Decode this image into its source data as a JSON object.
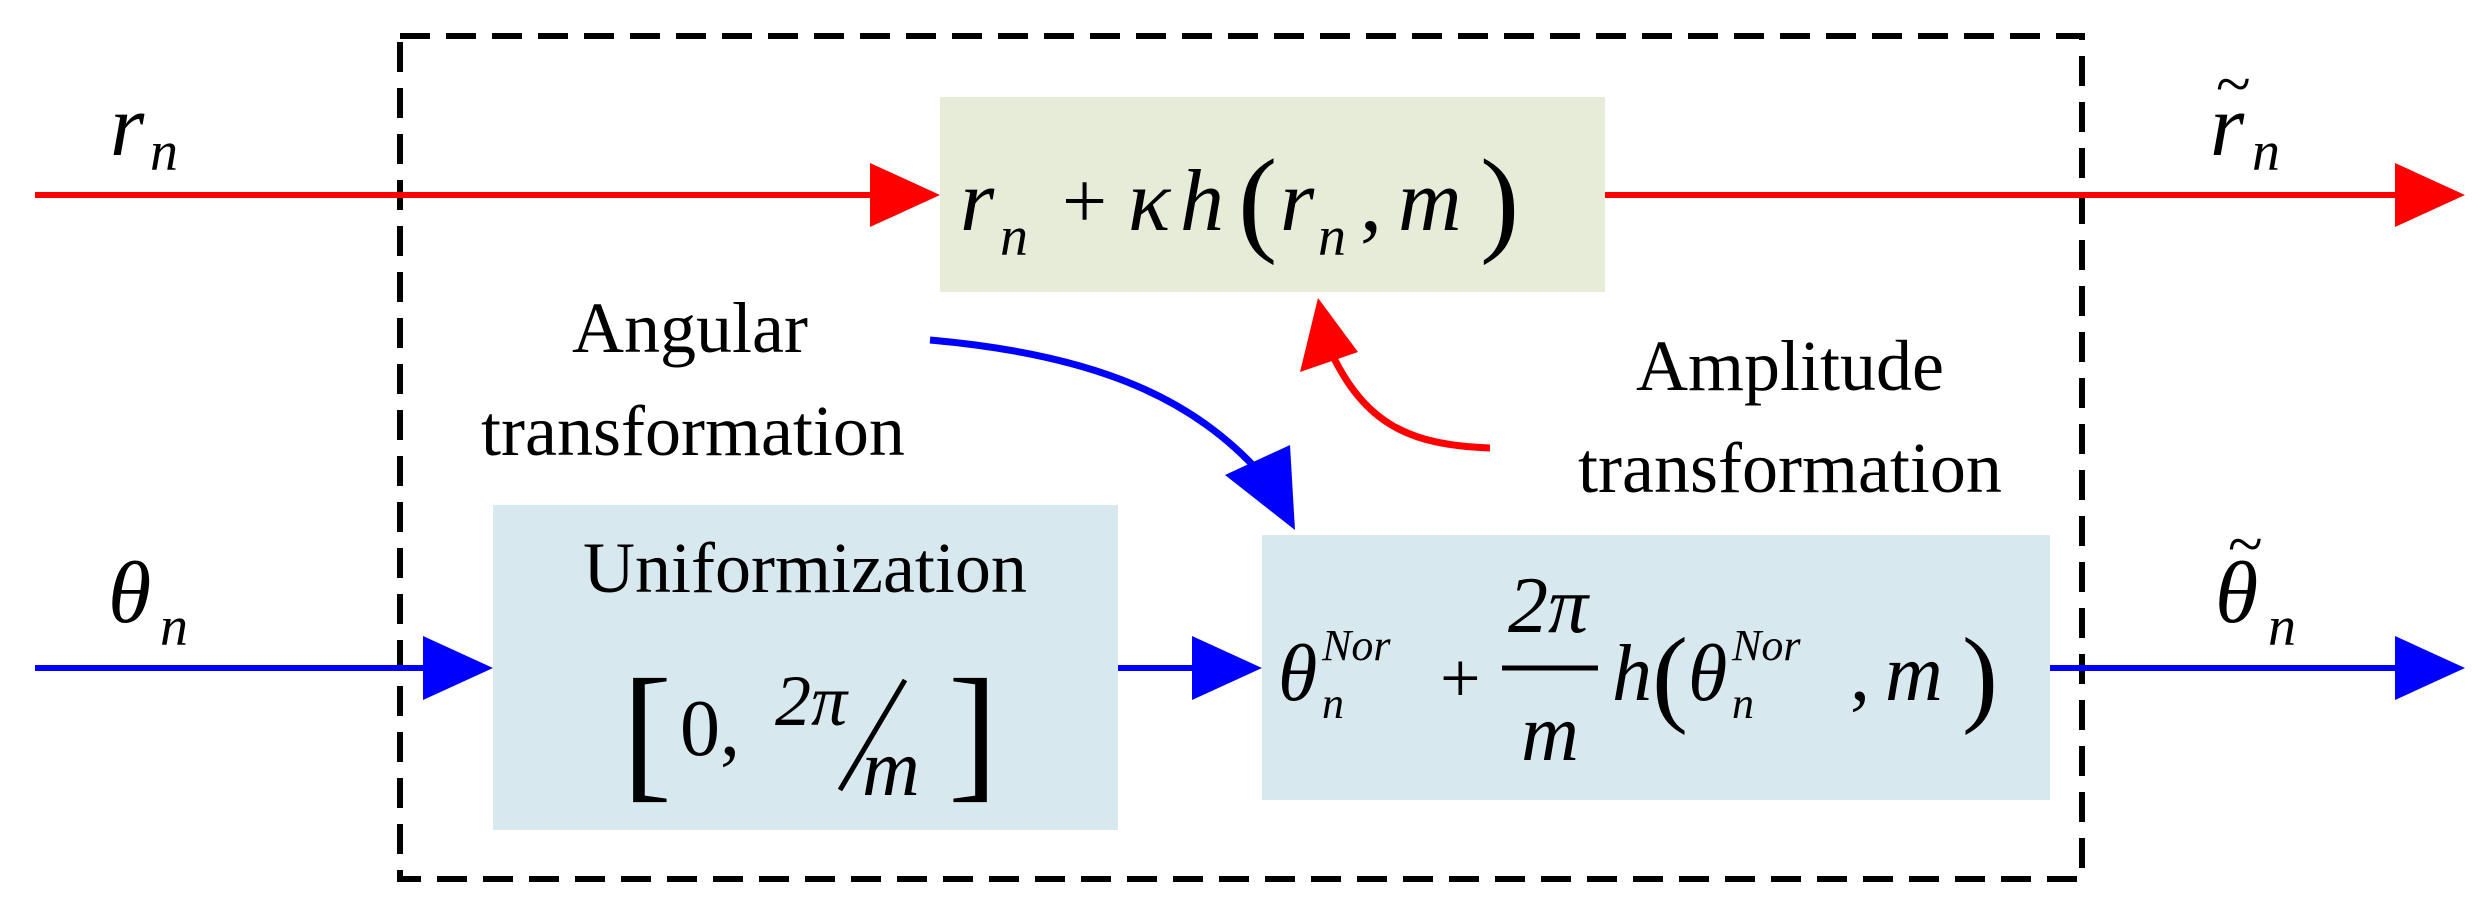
{
  "colors": {
    "amplitude_path": "#ff0000",
    "angle_path": "#0000ff",
    "amplitude_box_fill": "#e6ecd8",
    "angle_box_fill": "#d7e9ee",
    "frame_stroke": "#000000"
  },
  "inputs": {
    "amplitude_symbol": "r",
    "amplitude_subscript": "n",
    "angle_symbol": "θ",
    "angle_subscript": "n"
  },
  "outputs": {
    "amplitude_symbol": "r",
    "amplitude_subscript": "n",
    "amplitude_accent": "~",
    "angle_symbol": "θ",
    "angle_subscript": "n",
    "angle_accent": "~"
  },
  "amplitude_block": {
    "r": "r",
    "n": "n",
    "plus": "+",
    "kappa": "κ",
    "h": "h",
    "lparen": "(",
    "r2": "r",
    "n2": "n",
    "comma": ",",
    "m": "m",
    "rparen": ")"
  },
  "uniformization_block": {
    "title": "Uniformization",
    "lbracket": "[",
    "zero": "0,",
    "two_pi": "2π",
    "slash": "/",
    "m": "m",
    "rbracket": "]"
  },
  "angle_block": {
    "theta": "θ",
    "n": "n",
    "nor": "Nor",
    "plus": "+",
    "numerator": "2π",
    "denominator": "m",
    "h": "h",
    "lparen": "(",
    "theta2": "θ",
    "n2": "n",
    "nor2": "Nor",
    "comma": ",",
    "m": "m",
    "rparen": ")"
  },
  "labels": {
    "angular_line1": "Angular",
    "angular_line2": "transformation",
    "amplitude_line1": "Amplitude",
    "amplitude_line2": "transformation"
  }
}
